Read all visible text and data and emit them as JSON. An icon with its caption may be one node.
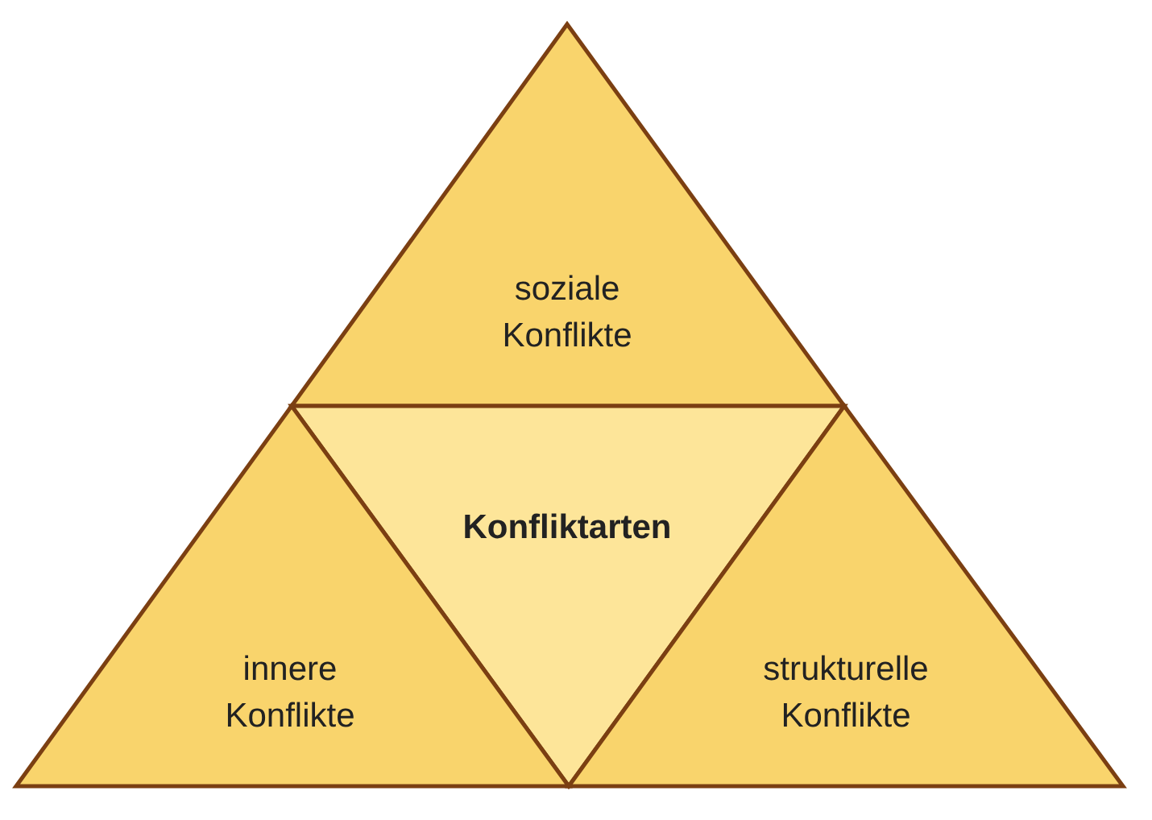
{
  "diagram": {
    "nodes": [
      {
        "text": [
          "soziale Konflikte"
        ]
      },
      {
        "text": [
          "Konfliktarten"
        ]
      },
      {
        "text": [
          "innere Konflikte"
        ]
      },
      {
        "text": [
          "strukturelle Konflikte"
        ]
      }
    ]
  }
}
